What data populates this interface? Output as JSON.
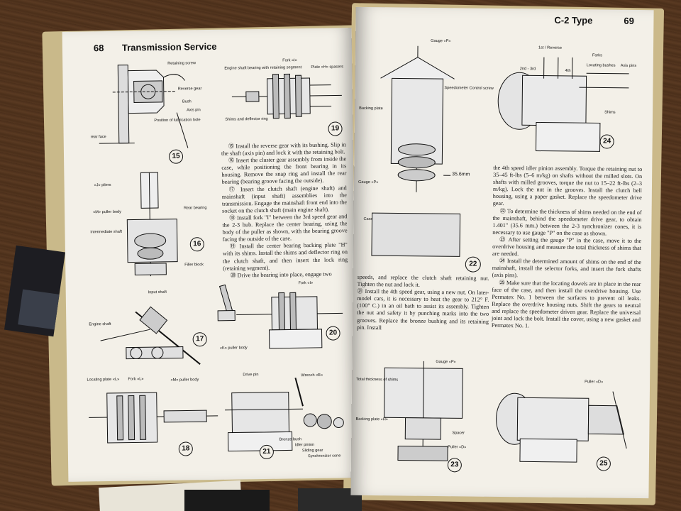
{
  "left_page": {
    "page_number": "68",
    "title": "Transmission Service",
    "figures": {
      "f15": {
        "number": "15",
        "labels": {
          "retaining_screw": "Retaining screw",
          "reverse_gear": "Reverse gear",
          "bush": "Bush",
          "axis_pin": "Axis pin",
          "lube_hole": "Position of lubrication hole",
          "rear_face": "rear face"
        }
      },
      "f16": {
        "number": "16",
        "labels": {
          "j_pliers": "«J» pliers",
          "m_puller": "«M» puller body",
          "rear_bearing": "Rear bearing",
          "intermediate": "intermediate shaft",
          "filler": "Filler block"
        }
      },
      "f17": {
        "number": "17",
        "labels": {
          "input_shaft": "Input shaft",
          "engine_shaft": "Engine shaft"
        }
      },
      "f18": {
        "number": "18",
        "labels": {
          "locating_plate": "Locating plate «L»",
          "fork_l": "Fork «L»",
          "m_puller": "«M» puller body"
        }
      },
      "f19": {
        "number": "19",
        "labels": {
          "engine_bearing": "Engine shaft bearing with retaining segment",
          "fork_i": "Fork «I»",
          "plate_h": "Plate «H» spacers",
          "shims": "Shims and deflector ring"
        }
      },
      "f20": {
        "number": "20",
        "labels": {
          "fork_i": "Fork «I»",
          "k_puller": "«K» puller body"
        }
      },
      "f21": {
        "number": "21",
        "labels": {
          "drive_pin": "Drive pin",
          "wrench_e": "Wrench «E»",
          "bronze_bush": "Bronze bush",
          "idler_pinion": "Idler pinion",
          "sliding_gear": "Sliding gear",
          "synchro_cone": "Synchronizer cone"
        }
      }
    },
    "steps": [
      "⑮ Install the reverse gear with its bushing. Slip in the shaft (axis pin) and lock it with the retaining bolt.",
      "⑯ Insert the cluster gear assembly from inside the case, while positioning the front bearing in its housing. Remove the snap ring and install the rear bearing (bearing groove facing the outside).",
      "⑰ Insert the clutch shaft (engine shaft) and mainshaft (input shaft) assemblies into the transmission. Engage the mainshaft front end into the socket on the clutch shaft (main engine shaft).",
      "⑱ Install fork \"I\" between the 3rd speed gear and the 2-3 hub. Replace the center bearing, using the body of the puller as shown, with the bearing groove facing the outside of the case.",
      "⑲ Install the center bearing backing plate \"H\" with its shims. Install the shims and deflector ring on the clutch shaft, and then insert the lock ring (retaining segment).",
      "⑳ Drive the bearing into place, engage two"
    ],
    "continued": "speeds, and replace the clutch shaft retaining nut. Tighten the nut and lock it.\n㉑ Install the 4th speed gear, using a new nut. On later-model cars, it is necessary to heat the gear to 212° F. (100° C.) in an oil bath to assist its assembly. Tighten the nut and safety it by punching marks into the two grooves. Replace the bronze bushing and its retaining pin. Install"
  },
  "right_page": {
    "page_number": "69",
    "header": "C-2 Type",
    "figures": {
      "f22": {
        "number": "22",
        "labels": {
          "gauge_p": "Gauge «P»",
          "speedo_screw": "Speedometer Control screw",
          "backing_plate": "Backing plate",
          "gauge_p2": "Gauge «P»",
          "dimension": "35.6mm",
          "case": "Case"
        }
      },
      "f23": {
        "number": "23",
        "labels": {
          "gauge_p": "Gauge «P»",
          "total_shims": "Total thickness of shims",
          "backing": "Backing plate «H»",
          "spacer": "Spacer",
          "puller_d": "Puller «D»"
        }
      },
      "f24": {
        "number": "24",
        "labels": {
          "first_reverse": "1st / Reverse",
          "second_third": "2nd - 3rd",
          "fourth": "4th",
          "forks": "Forks",
          "locating_bushes": "Locating bushes",
          "axis_pins": "Axis pins",
          "shims": "Shims"
        }
      },
      "f25": {
        "number": "25",
        "labels": {
          "puller_d": "Puller «D»"
        }
      }
    },
    "text": [
      "the 4th speed idler pinion assembly. Torque the retaining nut to 35–45 ft-lbs (5–6 m/kg) on shafts without the milled slots. On shafts with milled grooves, torque the nut to 15–22 ft-lbs (2–3 m/kg). Lock the nut in the grooves. Install the clutch bell housing, using a paper gasket. Replace the speedometer drive gear.",
      "㉒ To determine the thickness of shims needed on the end of the mainshaft, behind the speedometer drive gear, to obtain 1.401\" (35.6 mm.) between the 2-3 synchronizer cones, it is necessary to use gauge \"P\" on the case as shown.",
      "㉓ After setting the gauge \"P\" in the case, move it to the overdrive housing and measure the total thickness of shims that are needed.",
      "㉔ Install the determined amount of shims on the end of the mainshaft, install the selector forks, and insert the fork shafts (axis pins).",
      "㉕ Make sure that the locating dowels are in place in the rear face of the case, and then install the overdrive housing. Use Permatex No. 1 between the surfaces to prevent oil leaks. Replace the overdrive housing nuts. Shift the gears to neutral and replace the speedometer driven gear. Replace the universal joint and lock the bolt. Install the cover, using a new gasket and Permatex No. 1."
    ]
  },
  "colors": {
    "paper": "#f3f0e8",
    "ink": "#111111",
    "table": "#4a2f1e",
    "cover": "#c9b98a"
  }
}
